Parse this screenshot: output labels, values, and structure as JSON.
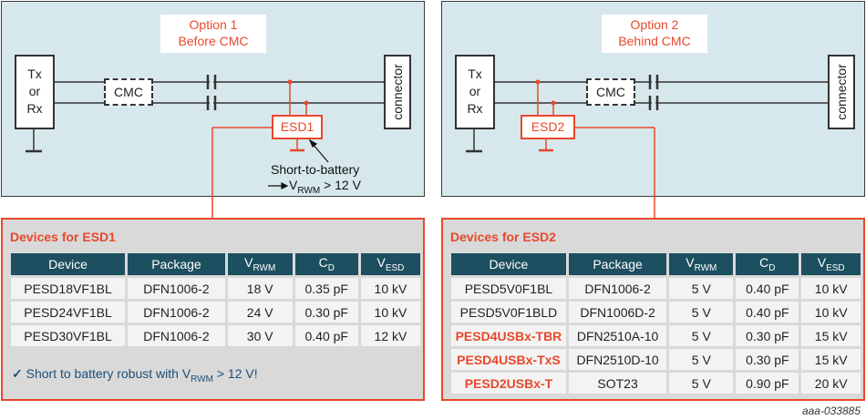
{
  "option1": {
    "line1": "Option 1",
    "line2": "Before CMC"
  },
  "option2": {
    "line1": "Option 2",
    "line2": "Behind CMC"
  },
  "txrx": [
    "Tx",
    "or",
    "Rx"
  ],
  "connector_label": "connector",
  "cmc_label": "CMC",
  "esd1_label": "ESD1",
  "esd2_label": "ESD2",
  "short_note": {
    "line1": "Short-to-battery",
    "v": "V",
    "sub": "RWM",
    "rest": " > 12 V"
  },
  "colors": {
    "accent": "#e8482b",
    "header": "#1c4f5f",
    "circuit_bg": "#d7e8ec",
    "panel_bg": "#d9d9d9"
  },
  "table_headers": {
    "device": "Device",
    "package": "Package",
    "vrwm": "V",
    "vrwm_sub": "RWM",
    "cd": "C",
    "cd_sub": "D",
    "vesd": "V",
    "vesd_sub": "ESD"
  },
  "esd1_panel": {
    "title": "Devices for ESD1",
    "rows": [
      {
        "device": "PESD18VF1BL",
        "package": "DFN1006-2",
        "vrwm": "18 V",
        "cd": "0.35 pF",
        "vesd": "10 kV",
        "highlight": false
      },
      {
        "device": "PESD24VF1BL",
        "package": "DFN1006-2",
        "vrwm": "24 V",
        "cd": "0.30 pF",
        "vesd": "10 kV",
        "highlight": false
      },
      {
        "device": "PESD30VF1BL",
        "package": "DFN1006-2",
        "vrwm": "30 V",
        "cd": "0.40 pF",
        "vesd": "12 kV",
        "highlight": false
      }
    ],
    "footnote": {
      "check": "✓",
      "pre": " Short to battery robust with V",
      "sub": "RWM",
      "post": " > 12 V!"
    }
  },
  "esd2_panel": {
    "title": "Devices for ESD2",
    "rows": [
      {
        "device": "PESD5V0F1BL",
        "package": "DFN1006-2",
        "vrwm": "5 V",
        "cd": "0.40 pF",
        "vesd": "10 kV",
        "highlight": false
      },
      {
        "device": "PESD5V0F1BLD",
        "package": "DFN1006D-2",
        "vrwm": "5 V",
        "cd": "0.40 pF",
        "vesd": "10 kV",
        "highlight": false
      },
      {
        "device": "PESD4USBx-TBR",
        "package": "DFN2510A-10",
        "vrwm": "5 V",
        "cd": "0.30 pF",
        "vesd": "15 kV",
        "highlight": true
      },
      {
        "device": "PESD4USBx-TxS",
        "package": "DFN2510D-10",
        "vrwm": "5 V",
        "cd": "0.30 pF",
        "vesd": "15 kV",
        "highlight": true
      },
      {
        "device": "PESD2USBx-T",
        "package": "SOT23",
        "vrwm": "5 V",
        "cd": "0.90 pF",
        "vesd": "20 kV",
        "highlight": true
      }
    ]
  },
  "doc_id": "aaa-033885"
}
